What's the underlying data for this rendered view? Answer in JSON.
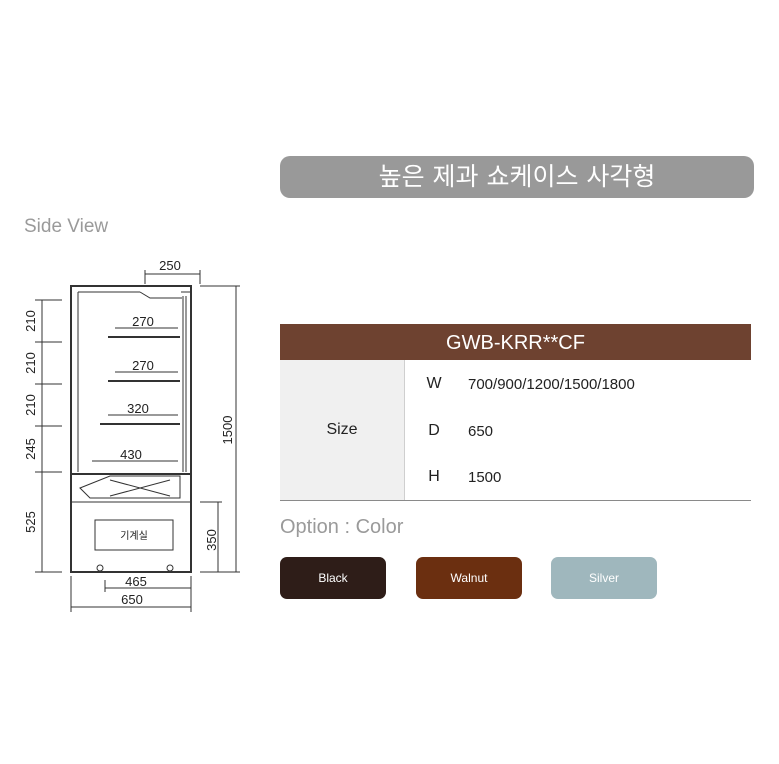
{
  "title": "높은 제과 쇼케이스 사각형",
  "side_view_label": "Side View",
  "drawing": {
    "top_width": "250",
    "shelves": [
      "270",
      "270",
      "320",
      "430"
    ],
    "heights_left": [
      "210",
      "210",
      "210",
      "245",
      "525"
    ],
    "height_total": "1500",
    "machine_height": "350",
    "machine_room": "기계실",
    "bottom_inner": "465",
    "bottom_total": "650"
  },
  "spec": {
    "model": "GWB-KRR**CF",
    "size_label": "Size",
    "rows": [
      {
        "key": "W",
        "value": "700/900/1200/1500/1800"
      },
      {
        "key": "D",
        "value": "650"
      },
      {
        "key": "H",
        "value": "1500"
      }
    ]
  },
  "option": {
    "title": "Option : Color",
    "colors": [
      {
        "label": "Black",
        "hex": "#2e1d18"
      },
      {
        "label": "Walnut",
        "hex": "#6b2f10"
      },
      {
        "label": "Silver",
        "hex": "#9fb7bd"
      }
    ]
  }
}
